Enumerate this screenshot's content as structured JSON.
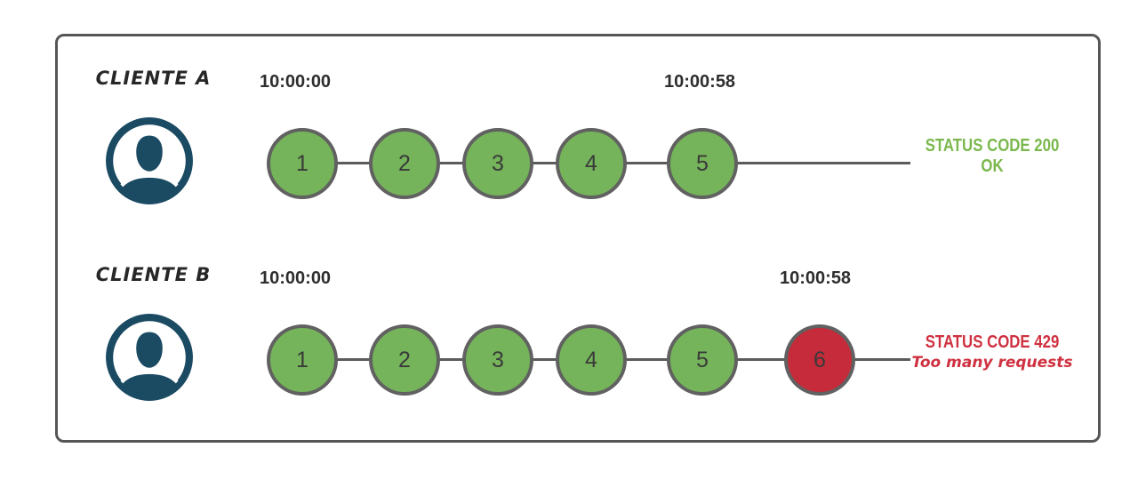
{
  "diagram": {
    "title_present": false,
    "colors": {
      "avatar": "#1b4a63",
      "request_ok": "#75b45a",
      "request_blocked": "#c52b3a",
      "status_ok_text": "#7ab84d",
      "status_error_text": "#cf3140"
    },
    "icons": {
      "avatar_icon": "user-avatar-icon"
    },
    "rows": [
      {
        "client_label": "CLIENTE A",
        "start_time": "10:00:00",
        "end_time": "10:00:58",
        "requests": [
          {
            "label": "1",
            "fill": "#75b45a"
          },
          {
            "label": "2",
            "fill": "#75b45a"
          },
          {
            "label": "3",
            "fill": "#75b45a"
          },
          {
            "label": "4",
            "fill": "#75b45a"
          },
          {
            "label": "5",
            "fill": "#75b45a"
          }
        ],
        "status_line1": "STATUS CODE 200",
        "status_line2": "OK",
        "status_color": "#7ab84d"
      },
      {
        "client_label": "CLIENTE B",
        "start_time": "10:00:00",
        "end_time": "10:00:58",
        "requests": [
          {
            "label": "1",
            "fill": "#75b45a"
          },
          {
            "label": "2",
            "fill": "#75b45a"
          },
          {
            "label": "3",
            "fill": "#75b45a"
          },
          {
            "label": "4",
            "fill": "#75b45a"
          },
          {
            "label": "5",
            "fill": "#75b45a"
          },
          {
            "label": "6",
            "fill": "#c52b3a"
          }
        ],
        "status_line1": "STATUS CODE 429",
        "status_line2": "Too many requests",
        "status_color": "#cf3140"
      }
    ]
  }
}
